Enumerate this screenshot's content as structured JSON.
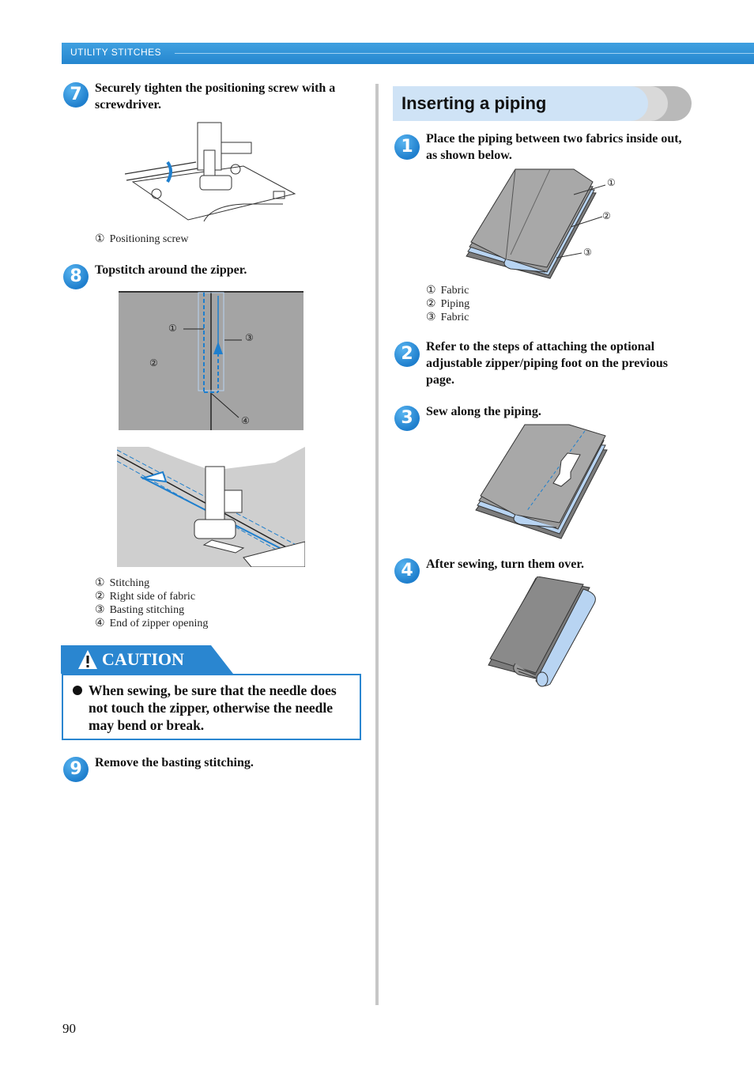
{
  "header": {
    "label": "UTILITY STITCHES"
  },
  "left": {
    "step7": {
      "num": "7",
      "text": "Securely tighten the positioning screw with a screwdriver."
    },
    "step7_legend": [
      {
        "mark": "①",
        "text": "Positioning screw"
      }
    ],
    "step8": {
      "num": "8",
      "text": "Topstitch around the zipper."
    },
    "step8_callouts": {
      "c1": "①",
      "c2": "②",
      "c3": "③",
      "c4": "④"
    },
    "step8_legend": [
      {
        "mark": "①",
        "text": "Stitching"
      },
      {
        "mark": "②",
        "text": "Right side of fabric"
      },
      {
        "mark": "③",
        "text": "Basting stitching"
      },
      {
        "mark": "④",
        "text": "End of zipper opening"
      }
    ],
    "caution": {
      "title": "CAUTION",
      "text": "When sewing, be sure that the needle does not touch the zipper, otherwise the needle may bend or break."
    },
    "step9": {
      "num": "9",
      "text": "Remove the basting stitching."
    }
  },
  "right": {
    "section_title": "Inserting a piping",
    "step1": {
      "num": "1",
      "text": "Place the piping between two fabrics inside out, as shown below."
    },
    "step1_callouts": {
      "c1": "①",
      "c2": "②",
      "c3": "③"
    },
    "step1_legend": [
      {
        "mark": "①",
        "text": "Fabric"
      },
      {
        "mark": "②",
        "text": "Piping"
      },
      {
        "mark": "③",
        "text": "Fabric"
      }
    ],
    "step2": {
      "num": "2",
      "text": "Refer to the steps of attaching the optional adjustable zipper/piping foot on the previous page."
    },
    "step3": {
      "num": "3",
      "text": "Sew along the piping."
    },
    "step4": {
      "num": "4",
      "text": "After sewing, turn them over."
    }
  },
  "footer": {
    "page_number": "90"
  },
  "colors": {
    "accent": "#2586cf",
    "section_bg": "#cfe3f6",
    "fabric": "#a8a8a8",
    "piping": "#b8d4f2"
  }
}
